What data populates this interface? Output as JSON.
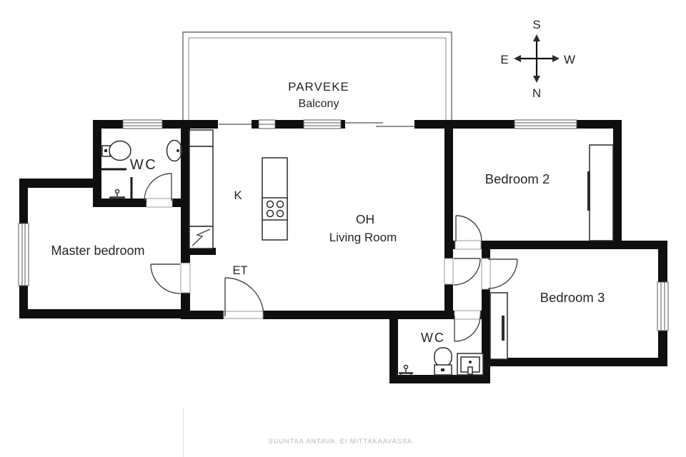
{
  "compass": {
    "top": "S",
    "bottom": "N",
    "left": "E",
    "right": "W"
  },
  "rooms": {
    "balcony": {
      "label_fi": "PARVEKE",
      "label_en": "Balcony"
    },
    "wc_top": {
      "label": "WC"
    },
    "kitchen": {
      "label": "K"
    },
    "living_room": {
      "label_fi": "OH",
      "label_en": "Living Room"
    },
    "entry": {
      "label": "ET"
    },
    "master_bedroom": {
      "label": "Master bedroom"
    },
    "bedroom_2": {
      "label": "Bedroom 2"
    },
    "bedroom_3": {
      "label": "Bedroom 3"
    },
    "wc_bottom": {
      "label": "WC"
    }
  },
  "footer": {
    "disclaimer": "SUUNTAA ANTAVA, EI MITTAKAAVASSA."
  },
  "colors": {
    "wall": "#0f0f0f",
    "thin_line": "#6e6e6e",
    "window_line": "#5a5a5a",
    "label_text": "#262626",
    "footer_text": "#b9b9b9",
    "background": "#ffffff"
  }
}
